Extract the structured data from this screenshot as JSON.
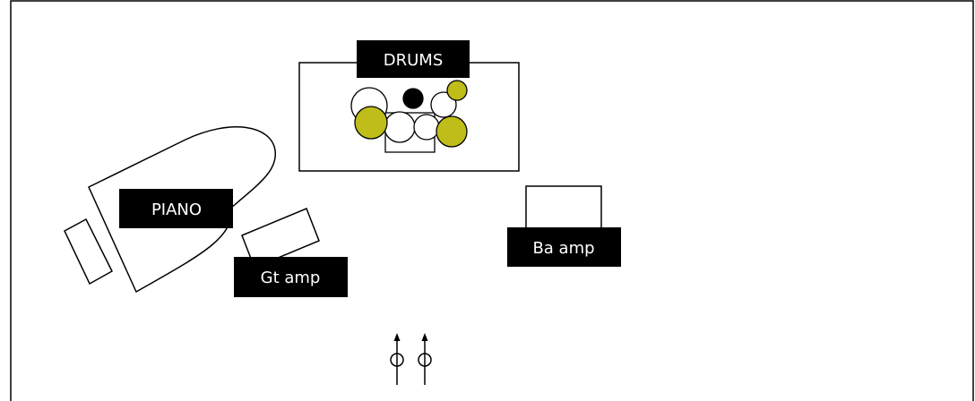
{
  "stage_plot": {
    "labels": {
      "drums": "DRUMS",
      "piano": "PIANO",
      "guitar_amp": "Gt amp",
      "bass_amp": "Ba amp"
    },
    "colors": {
      "outline": "#000000",
      "cymbal": "#bfbd1a",
      "label_bg": "#000000",
      "label_text": "#ffffff",
      "background": "#ffffff"
    },
    "icons": [
      "microphone-stand-icon",
      "microphone-stand-icon"
    ]
  }
}
